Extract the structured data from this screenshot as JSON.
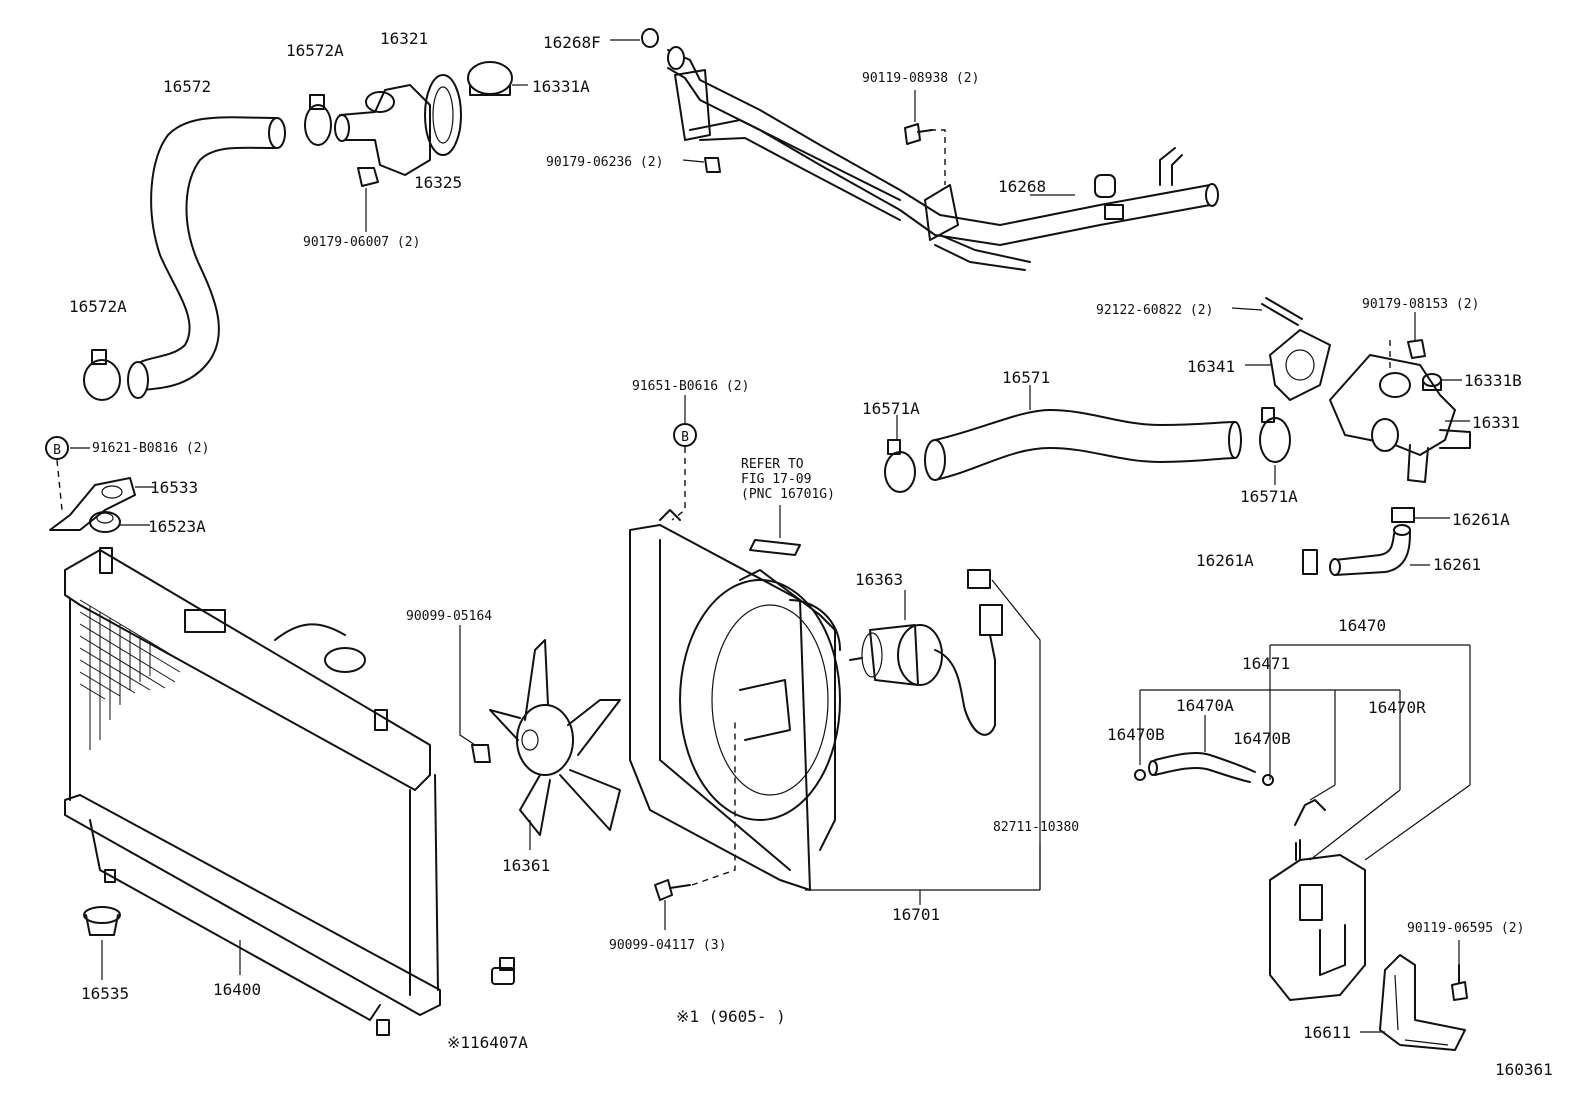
{
  "labels": {
    "p16572": "16572",
    "p16572a_top": "16572A",
    "p16321": "16321",
    "p16268f": "16268F",
    "p16331a": "16331A",
    "p16325": "16325",
    "p90179_06007": "90179-06007 (2)",
    "p16572a_bot": "16572A",
    "p90119_08938": "90119-08938 (2)",
    "p90179_06236": "90179-06236 (2)",
    "p16268": "16268",
    "p92122_60822": "92122-60822 (2)",
    "p90179_08153": "90179-08153 (2)",
    "p16341": "16341",
    "p16331b": "16331B",
    "p16331": "16331",
    "p16571": "16571",
    "p16571a_left": "16571A",
    "p16571a_right": "16571A",
    "p16261a_right": "16261A",
    "p16261a_left": "16261A",
    "p16261": "16261",
    "p91651": "91651-B0616 (2)",
    "p91621": "91621-B0816 (2)",
    "p16533": "16533",
    "p16523a": "16523A",
    "refer1": "REFER TO",
    "refer2": "FIG 17-09",
    "refer3": "(PNC 16701G)",
    "p16363": "16363",
    "p90099_05164": "90099-05164",
    "p16470": "16470",
    "p16471": "16471",
    "p16470a": "16470A",
    "p16470b_left": "16470B",
    "p16470b_right": "16470B",
    "p16470r": "16470R",
    "p82711": "82711-10380",
    "p16361": "16361",
    "p16701": "16701",
    "p90099_04117": "90099-04117 (3)",
    "p16535": "16535",
    "p16400": "16400",
    "p16407a": "※116407A",
    "note": "※1 (9605-     )",
    "p90119_06595": "90119-06595 (2)",
    "p16611": "16611",
    "figno": "160361",
    "callout_b1": "B",
    "callout_b2": "B"
  }
}
